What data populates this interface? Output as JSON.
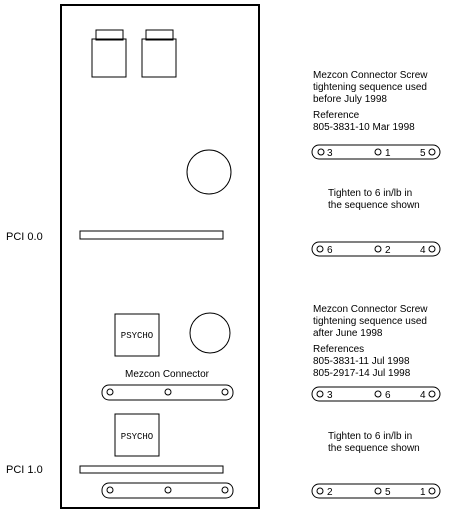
{
  "board": {
    "pci0_label": "PCI 0.0",
    "pci1_label": "PCI 1.0",
    "psycho_chip_1": "PSYCHO",
    "psycho_chip_2": "PSYCHO",
    "mezcon_label": "Mezcon Connector"
  },
  "notes": {
    "before": {
      "title_lines": [
        "Mezcon Connector Screw",
        "tightening sequence used",
        "before July 1998"
      ],
      "ref_title": "Reference",
      "ref_lines": [
        "805-3831-10 Mar 1998"
      ]
    },
    "tighten_1": [
      "Tighten to 6 in/lb in",
      "the sequence shown"
    ],
    "after": {
      "title_lines": [
        "Mezcon Connector Screw",
        "tightening sequence used",
        "after June 1998"
      ],
      "ref_title": "References",
      "ref_lines": [
        "805-3831-11 Jul 1998",
        "805-2917-14 Jul 1998"
      ]
    },
    "tighten_2": [
      "Tighten to 6 in/lb in",
      "the sequence shown"
    ]
  },
  "sequences": {
    "before_a": [
      "3",
      "1",
      "5"
    ],
    "before_b": [
      "6",
      "2",
      "4"
    ],
    "after_a": [
      "3",
      "6",
      "4"
    ],
    "after_b": [
      "2",
      "5",
      "1"
    ]
  }
}
